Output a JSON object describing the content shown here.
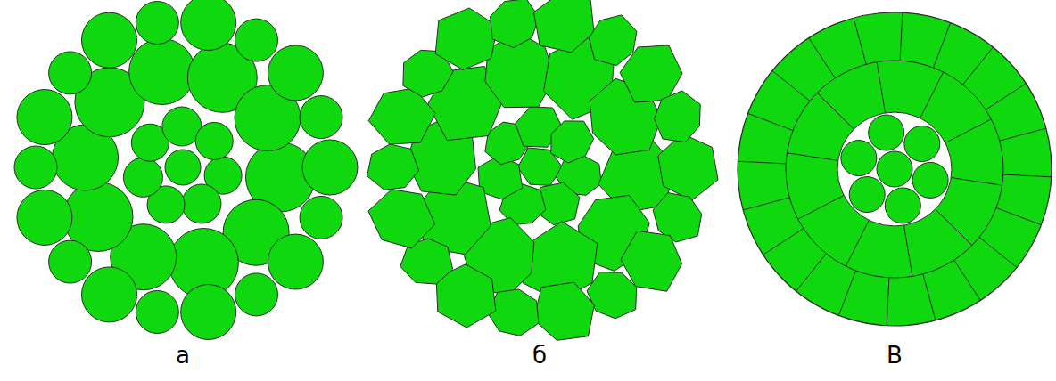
{
  "diagram": {
    "labels": [
      "а",
      "б",
      "В"
    ]
  }
}
